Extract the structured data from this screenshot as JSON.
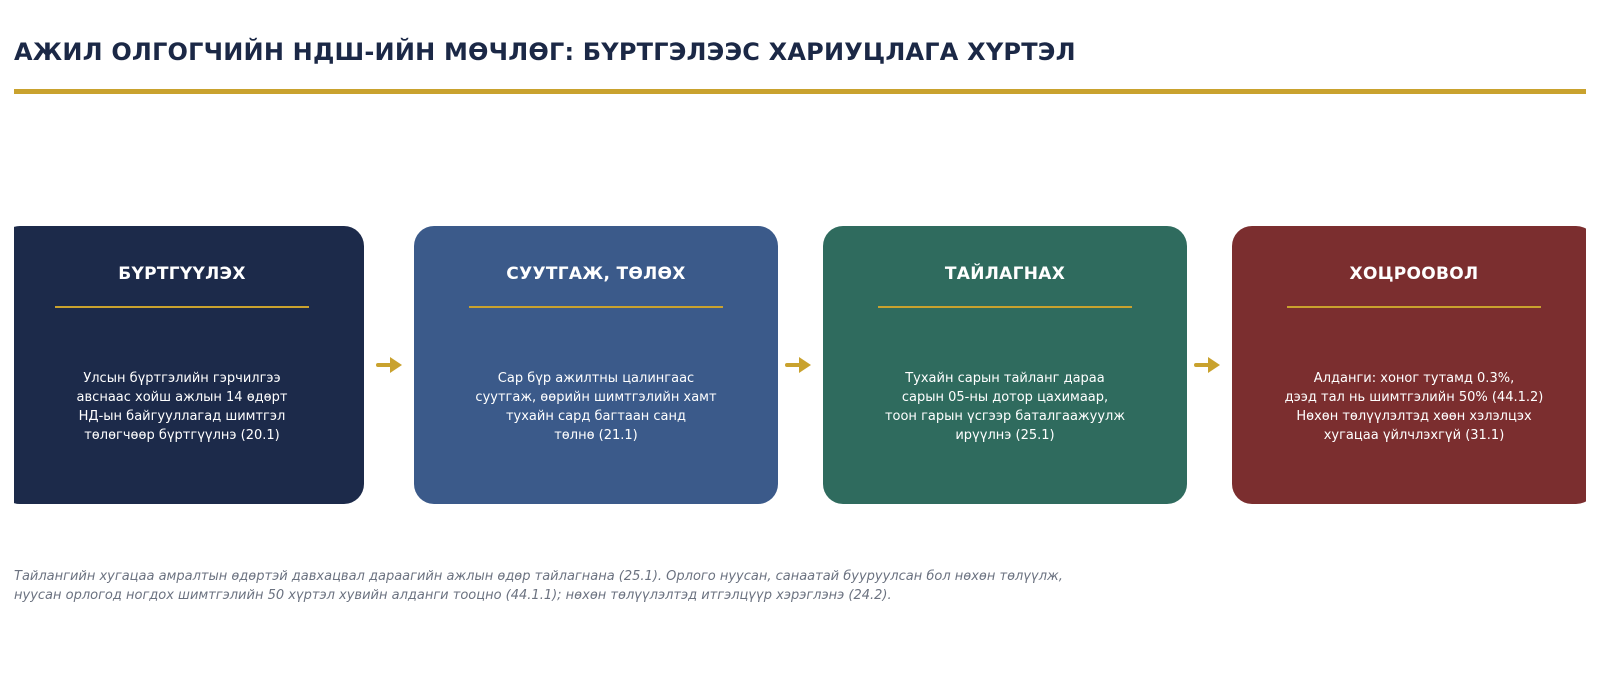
{
  "title": "АЖИЛ ОЛГОГЧИЙН НДШ-ИЙН МӨЧЛӨГ: БҮРТГЭЛЭЭС ХАРИУЦЛАГА ХҮРТЭЛ",
  "colors": {
    "title": "#1b2846",
    "accent": "#c9a22e",
    "footnote": "#6b7280"
  },
  "steps": [
    {
      "title": "БҮРТГҮҮЛЭХ",
      "color": "#1c2a4a",
      "lines": [
        "Улсын бүртгэлийн гэрчилгээ",
        "авснаас хойш ажлын 14 өдөрт",
        "НД-ын байгууллагад шимтгэл",
        "төлөгчөөр бүртгүүлнэ (20.1)"
      ]
    },
    {
      "title": "СУУТГАЖ, ТӨЛӨХ",
      "color": "#3b5a8a",
      "lines": [
        "Сар бүр ажилтны цалингаас",
        "суутгаж, өөрийн шимтгэлийн хамт",
        "тухайн сард багтаан санд",
        "төлнө (21.1)"
      ]
    },
    {
      "title": "ТАЙЛАГНАХ",
      "color": "#2f6b5e",
      "lines": [
        "Тухайн сарын тайланг дараа",
        "сарын 05-ны дотор цахимаар,",
        "тоон гарын үсгээр баталгаажуулж",
        "ирүүлнэ (25.1)"
      ]
    },
    {
      "title": "ХОЦРООВОЛ",
      "color": "#7b2e2f",
      "lines": [
        "Алданги: хоног тутамд 0.3%,",
        "дээд тал нь шимтгэлийн 50% (44.1.2)",
        "Нөхөн төлүүлэлтэд хөөн хэлэлцэх",
        "хугацаа үйлчлэхгүй (31.1)"
      ]
    }
  ],
  "footnote": [
    "Тайлангийн хугацаа амралтын өдөртэй давхацвал дараагийн ажлын өдөр тайлагнана (25.1). Орлого нуусан, санаатай бууруулсан бол нөхөн төлүүлж,",
    "нуусан орлогод ногдох шимтгэлийн 50 хүртэл хувийн алданги тооцно (44.1.1); нөхөн төлүүлэлтэд итгэлцүүр хэрэглэнэ (24.2)."
  ]
}
